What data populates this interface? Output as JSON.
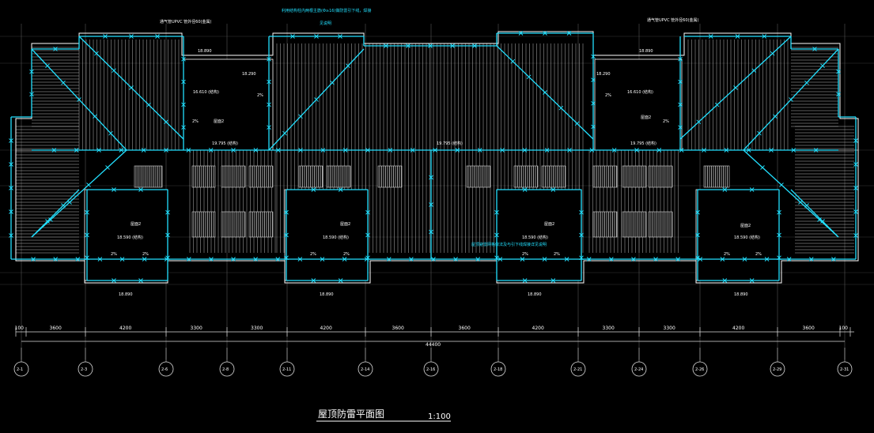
{
  "drawing": {
    "title": "屋顶防雷平面图",
    "scale": "1:100",
    "colors": {
      "background": "#000000",
      "lightning_conductor": "#22e0ff",
      "walls": "#ffffff",
      "hatch": "#b8b8b8",
      "grid": "#d9d9d9"
    }
  },
  "annotations": {
    "top_note_1": "利用结构柱内两根主筋(Φ≥16)做防雷引下线，焊接",
    "top_note_2": "见说明",
    "mid_note": "屋顶避雷网格做法及与引下线焊接详见说明",
    "left_pipe": "通气管UPVC 管外径60(金属)",
    "right_pipe": "通气管UPVC 管外径60(金属)"
  },
  "labels": {
    "roof_slope": "屋面2",
    "slope_pct": "2%",
    "struct": "(结构)"
  },
  "elevations": {
    "top_row": [
      "18.890",
      "18.290",
      "18.290",
      "18.890"
    ],
    "mid_row": [
      "16.610",
      "16.610"
    ],
    "ridge_row": [
      "19.795",
      "19.795",
      "19.795"
    ],
    "lower_row": [
      "18.590",
      "18.590",
      "18.590",
      "18.590"
    ],
    "bottom_row": [
      "18.890",
      "18.890",
      "18.890",
      "18.890"
    ]
  },
  "dimensions": {
    "spans": [
      "100",
      "3600",
      "4200",
      "3300",
      "3300",
      "4200",
      "3600",
      "3600",
      "4200",
      "3300",
      "3300",
      "4200",
      "3600",
      "100"
    ],
    "total": "44400"
  },
  "axes": [
    "2-1",
    "2-3",
    "2-6",
    "2-8",
    "2-11",
    "2-14",
    "2-16",
    "2-18",
    "2-21",
    "2-24",
    "2-26",
    "2-29",
    "2-31"
  ]
}
